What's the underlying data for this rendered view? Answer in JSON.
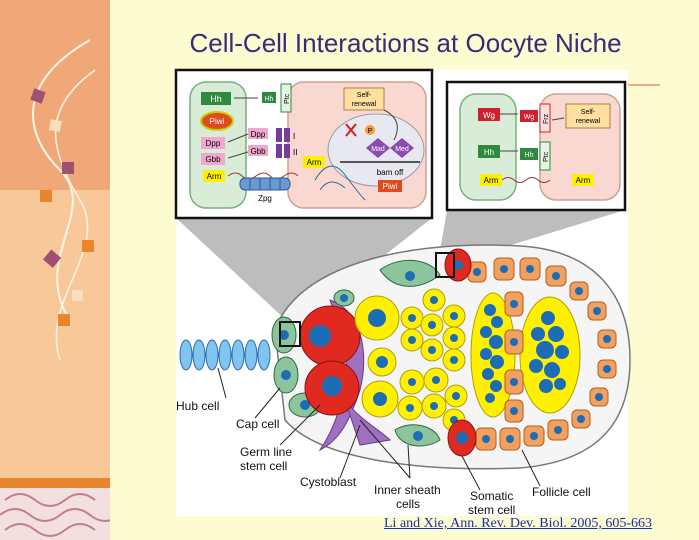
{
  "slide": {
    "title": "Cell-Cell Interactions at Oocyte Niche",
    "citation": "Li and Xie, Ann. Rev. Dev. Biol. 2005, 605-663"
  },
  "inset_left": {
    "hh": "Hh",
    "piwi": "Piwi",
    "dpp": "Dpp",
    "gbb": "Gbb",
    "arm": "Arm",
    "hh2": "Hh",
    "ptc": "Ptc",
    "dpp2": "Dpp",
    "gbb2": "Gbb",
    "i": "I",
    "ii": "II",
    "arm2": "Arm",
    "zpg": "Zpg",
    "self_renewal": "Self-\nrenewal",
    "p": "P",
    "mad": "Mad",
    "med": "Med",
    "bam_off": "bam off",
    "piwi2": "Piwi"
  },
  "inset_right": {
    "wg": "Wg",
    "hh": "Hh",
    "arm": "Arm",
    "wg2": "Wg",
    "frz": "Frz",
    "hh2": "Hh",
    "ptc": "Ptc",
    "self_renewal": "Self-\nrenewal",
    "arm2": "Arm"
  },
  "labels": {
    "hub_cell": "Hub cell",
    "cap_cell": "Cap cell",
    "germ_line_1": "Germ line",
    "germ_line_2": "stem cell",
    "cystoblast": "Cystoblast",
    "inner_sheath_1": "Inner sheath",
    "inner_sheath_2": "cells",
    "somatic_1": "Somatic",
    "somatic_2": "stem cell",
    "follicle_cell": "Follicle cell"
  },
  "colors": {
    "title": "#3a2a7a",
    "background": "#fdfbd0",
    "germ_red": "#e02a20",
    "nucleus_blue": "#1c6db5",
    "cyst_yellow": "#fff000",
    "sheath_purple": "#a070c0",
    "cap_green": "#8cc49c",
    "follicle_orange": "#f2a060"
  }
}
